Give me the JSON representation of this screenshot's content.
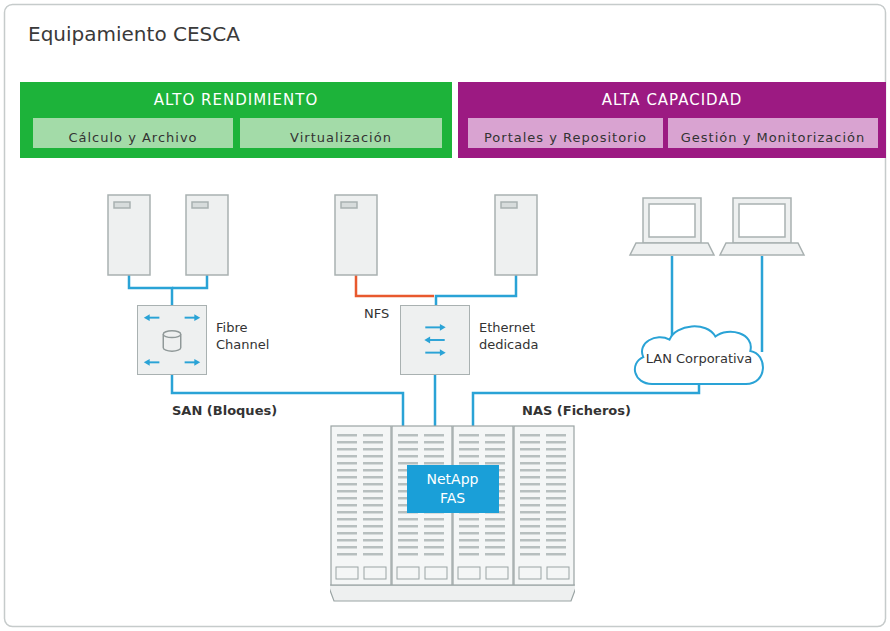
{
  "diagram": {
    "title": "Equipamiento CESCA",
    "nodes": [
      {
        "text": [
          "ALTO RENDIMIENTO"
        ]
      },
      {
        "text": [
          "Cálculo y Archivo"
        ],
        "in": 0
      },
      {
        "text": [
          "Virtualización"
        ],
        "in": 0
      },
      {
        "text": [
          "ALTA CAPACIDAD"
        ]
      },
      {
        "text": [
          "Portales y Repositorio"
        ],
        "in": 3
      },
      {
        "text": [
          "Gestión y Monitorización"
        ],
        "in": 3
      },
      {
        "text": [
          "Fibre Channel"
        ]
      },
      {
        "text": [
          "Ethernet dedicada"
        ]
      },
      {
        "text": [
          "LAN Corporativa"
        ]
      },
      {
        "text": [
          "NetApp FAS"
        ]
      }
    ],
    "edges": [
      {
        "from": 6,
        "to": 9,
        "arrow": "none"
      },
      {
        "from": 7,
        "to": 9,
        "arrow": "none"
      },
      {
        "from": 8,
        "to": 9,
        "arrow": "none"
      }
    ],
    "labels": [
      "NFS",
      "SAN (Bloques)",
      "NAS (Ficheros)"
    ]
  }
}
